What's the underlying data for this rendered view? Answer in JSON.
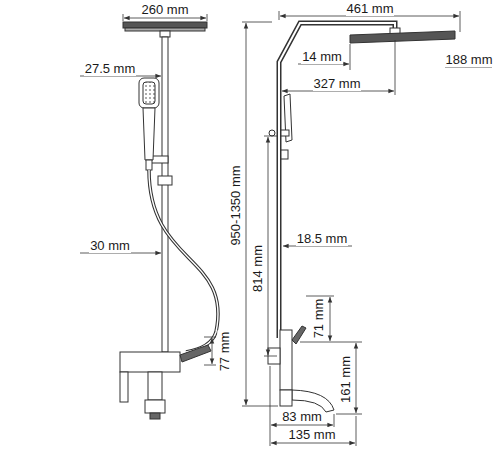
{
  "diagram": {
    "labels": [
      "260 mm",
      "27.5 mm",
      "30 mm",
      "77 mm",
      "461 mm",
      "14 mm",
      "188 mm",
      "327 mm",
      "950-1350 mm",
      "814 mm",
      "18.5 mm",
      "71 mm",
      "161 mm",
      "83 mm",
      "135 mm"
    ]
  }
}
